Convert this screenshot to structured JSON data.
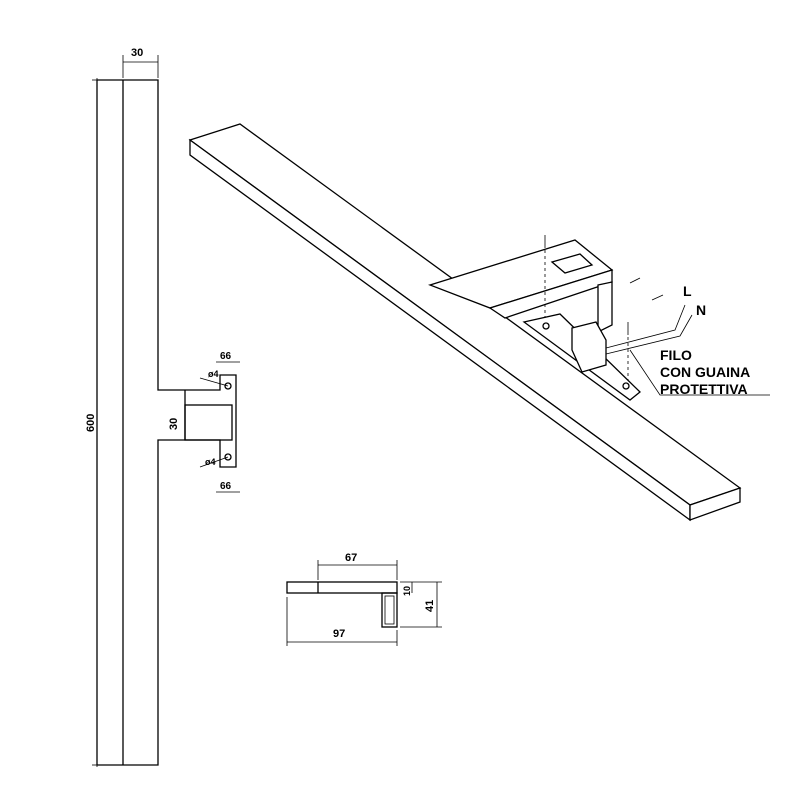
{
  "front_view": {
    "width_dim": "30",
    "length_dim": "600",
    "bracket_height_dim": "30",
    "hole_top_label": "ø4",
    "hole_bottom_label": "ø4",
    "offset_top_dim": "66",
    "offset_bottom_dim": "66"
  },
  "side_view": {
    "bracket_depth_dim": "67",
    "total_depth_dim": "97",
    "thickness_dim": "10",
    "height_dim": "41"
  },
  "iso_view": {
    "wire_L": "L",
    "wire_N": "N",
    "cable_note_line1": "FILO",
    "cable_note_line2": "CON GUAINA",
    "cable_note_line3": "PROTETTIVA"
  }
}
